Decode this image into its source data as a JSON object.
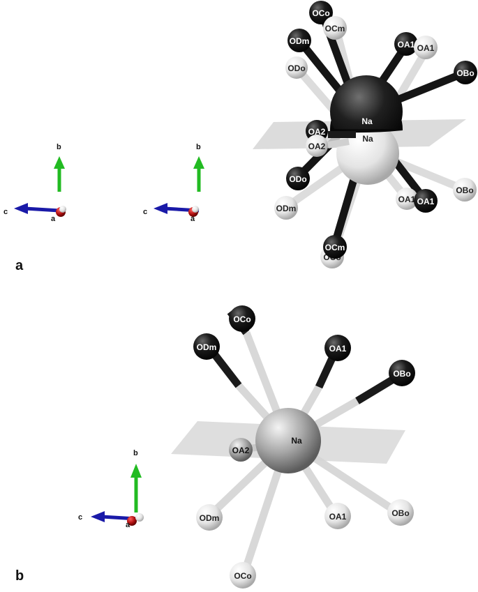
{
  "panels": {
    "a": {
      "label": "a"
    },
    "b": {
      "label": "b"
    }
  },
  "axes_labels": {
    "a": "a",
    "b": "b",
    "c": "c"
  },
  "atoms": {
    "Na": "Na",
    "OA1": "OA1",
    "OA2": "OA2",
    "OBo": "OBo",
    "OCo": "OCo",
    "OCm": "OCm",
    "ODm": "ODm",
    "ODo": "ODo"
  },
  "colors": {
    "dark_atom": "#1a1a1a",
    "light_atom": "#e8e8e8",
    "mid_atom": "#9a9a9a",
    "plane": "#d9d9d9",
    "axis_b": "#22bb22",
    "axis_c": "#1a1aa8",
    "axis_a": "#b01010"
  }
}
